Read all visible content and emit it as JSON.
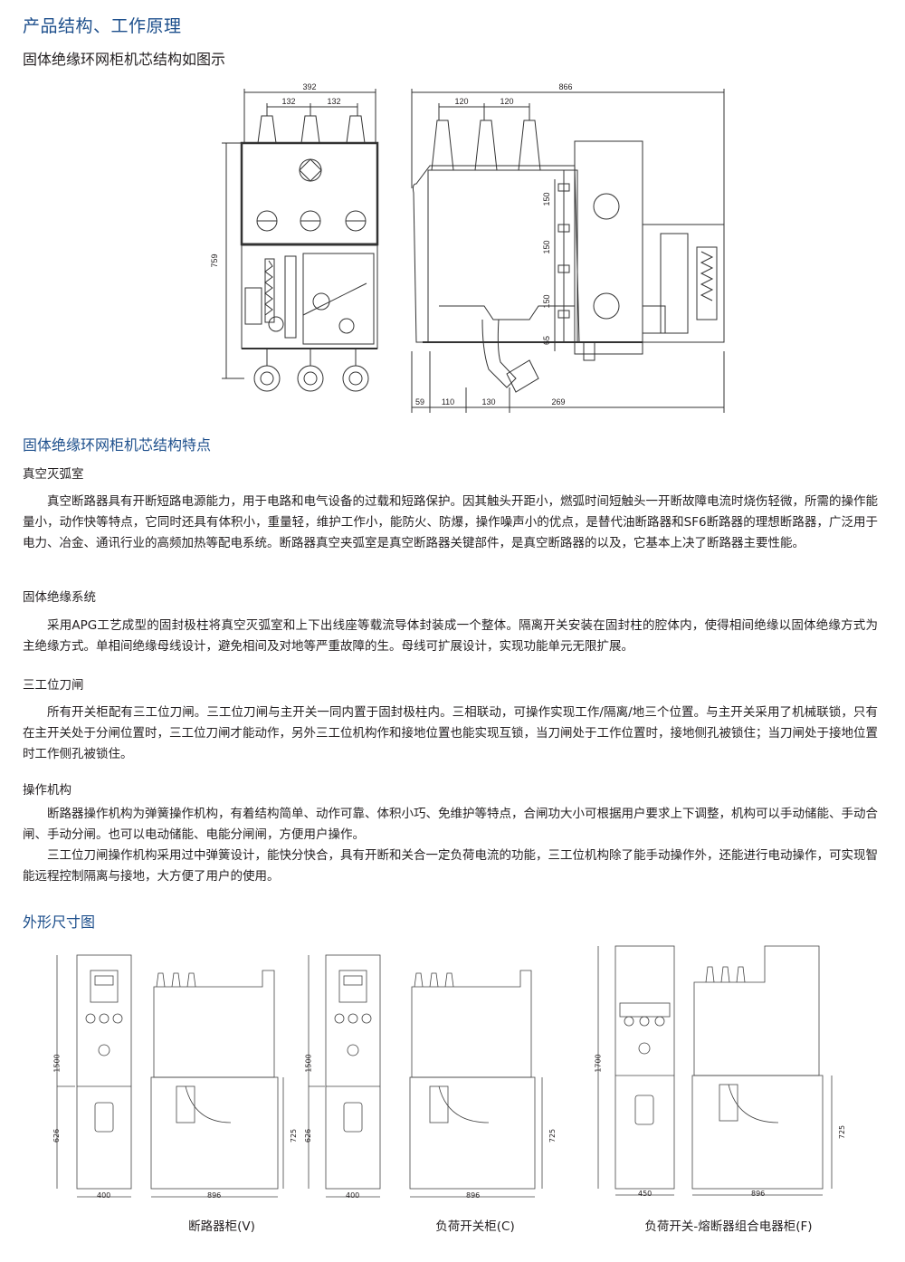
{
  "header": {
    "title": "产品结构、工作原理",
    "subtitle": "固体绝缘环网柜机芯结构如图示"
  },
  "structure_drawing": {
    "front_dims": [
      "392",
      "132",
      "132",
      "759"
    ],
    "side_dims": [
      "866",
      "120",
      "120",
      "150",
      "150",
      "150",
      "65",
      "59",
      "110",
      "130",
      "269"
    ]
  },
  "features": {
    "title": "固体绝缘环网柜机芯结构特点",
    "sections": [
      {
        "heading": "真空灭弧室",
        "paragraphs": [
          "真空断路器具有开断短路电源能力，用于电路和电气设备的过载和短路保护。因其触头开距小，燃弧时间短触头一开断故障电流时烧伤轻微，所需的操作能量小，动作快等特点，它同时还具有体积小，重量轻，维护工作小，能防火、防爆，操作噪声小的优点，是替代油断路器和SF6断路器的理想断路器，广泛用于电力、冶金、通讯行业的高频加热等配电系统。断路器真空夹弧室是真空断路器关键部件，是真空断路器的以及，它基本上决了断路器主要性能。"
        ]
      },
      {
        "heading": "固体绝缘系统",
        "paragraphs": [
          "采用APG工艺成型的固封极柱将真空灭弧室和上下出线座等载流导体封装成一个整体。隔离开关安装在固封柱的腔体内，使得相间绝缘以固体绝缘方式为主绝缘方式。单相间绝缘母线设计，避免相间及对地等严重故障的生。母线可扩展设计，实现功能单元无限扩展。"
        ]
      },
      {
        "heading": "三工位刀闸",
        "paragraphs": [
          "所有开关柜配有三工位刀闸。三工位刀闸与主开关一同内置于固封极柱内。三相联动，可操作实现工作/隔离/地三个位置。与主开关采用了机械联锁，只有在主开关处于分闸位置时，三工位刀闸才能动作，另外三工位机构作和接地位置也能实现互锁，当刀闸处于工作位置时，接地侧孔被锁住；当刀闸处于接地位置时工作侧孔被锁住。"
        ]
      },
      {
        "heading": "操作机构",
        "paragraphs": [
          "断路器操作机构为弹簧操作机构，有着结构简单、动作可靠、体积小巧、免维护等特点，合闸功大小可根据用户要求上下调整，机构可以手动储能、手动合闸、手动分闸。也可以电动储能、电能分闸闸，方便用户操作。",
          "三工位刀闸操作机构采用过中弹簧设计，能快分快合，具有开断和关合一定负荷电流的功能，三工位机构除了能手动操作外，还能进行电动操作，可实现智能远程控制隔离与接地，大方便了用户的使用。"
        ]
      }
    ]
  },
  "dimensions": {
    "title": "外形尺寸图",
    "cabinets": [
      {
        "caption": "断路器柜(V)",
        "height": "1500",
        "lower": "626",
        "right": "725",
        "width_front": "400",
        "width_side": "896"
      },
      {
        "caption": "负荷开关柜(C)",
        "height": "1500",
        "lower": "626",
        "right": "725",
        "width_front": "400",
        "width_side": "896"
      },
      {
        "caption": "负荷开关-熔断器组合电器柜(F)",
        "height": "1700",
        "lower": "",
        "right": "725",
        "width_front": "450",
        "width_side": "896"
      }
    ]
  }
}
